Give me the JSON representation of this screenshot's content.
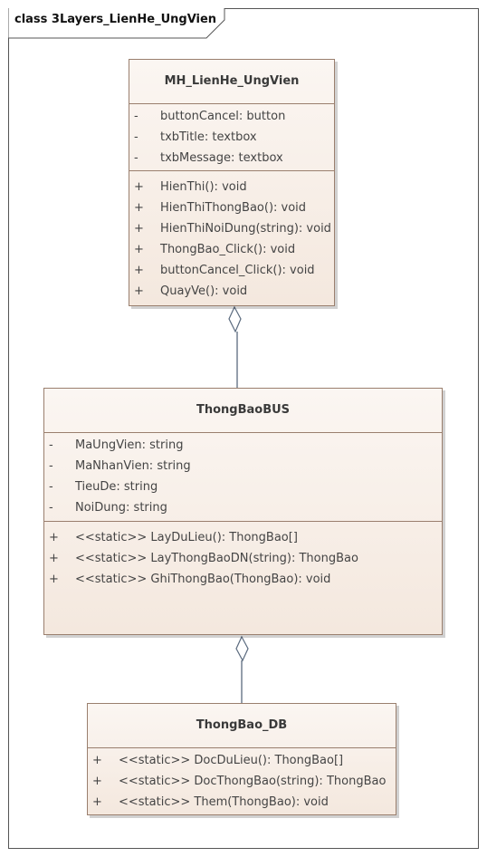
{
  "diagram": {
    "frame_title": "class 3Layers_LienHe_UngVien",
    "classes": [
      {
        "name": "MH_LienHe_UngVien",
        "attributes": [
          {
            "vis": "-",
            "text": "buttonCancel: button"
          },
          {
            "vis": "-",
            "text": "txbTitle: textbox"
          },
          {
            "vis": "-",
            "text": "txbMessage: textbox"
          }
        ],
        "operations": [
          {
            "vis": "+",
            "text": "HienThi(): void"
          },
          {
            "vis": "+",
            "text": "HienThiThongBao(): void"
          },
          {
            "vis": "+",
            "text": "HienThiNoiDung(string): void"
          },
          {
            "vis": "+",
            "text": "ThongBao_Click(): void"
          },
          {
            "vis": "+",
            "text": "buttonCancel_Click(): void"
          },
          {
            "vis": "+",
            "text": "QuayVe(): void"
          }
        ]
      },
      {
        "name": "ThongBaoBUS",
        "attributes": [
          {
            "vis": "-",
            "text": "MaUngVien: string"
          },
          {
            "vis": "-",
            "text": "MaNhanVien: string"
          },
          {
            "vis": "-",
            "text": "TieuDe: string"
          },
          {
            "vis": "-",
            "text": "NoiDung: string"
          }
        ],
        "operations": [
          {
            "vis": "+",
            "text": "<<static>> LayDuLieu(): ThongBao[]"
          },
          {
            "vis": "+",
            "text": "<<static>> LayThongBaoDN(string): ThongBao"
          },
          {
            "vis": "+",
            "text": "<<static>> GhiThongBao(ThongBao): void"
          }
        ]
      },
      {
        "name": "ThongBao_DB",
        "attributes": [],
        "operations": [
          {
            "vis": "+",
            "text": "<<static>> DocDuLieu(): ThongBao[]"
          },
          {
            "vis": "+",
            "text": "<<static>> DocThongBao(string): ThongBao"
          },
          {
            "vis": "+",
            "text": "<<static>> Them(ThongBao): void"
          }
        ]
      }
    ],
    "relations": [
      {
        "type": "aggregation",
        "whole": "MH_LienHe_UngVien",
        "part": "ThongBaoBUS"
      },
      {
        "type": "aggregation",
        "whole": "ThongBaoBUS",
        "part": "ThongBao_DB"
      }
    ]
  }
}
